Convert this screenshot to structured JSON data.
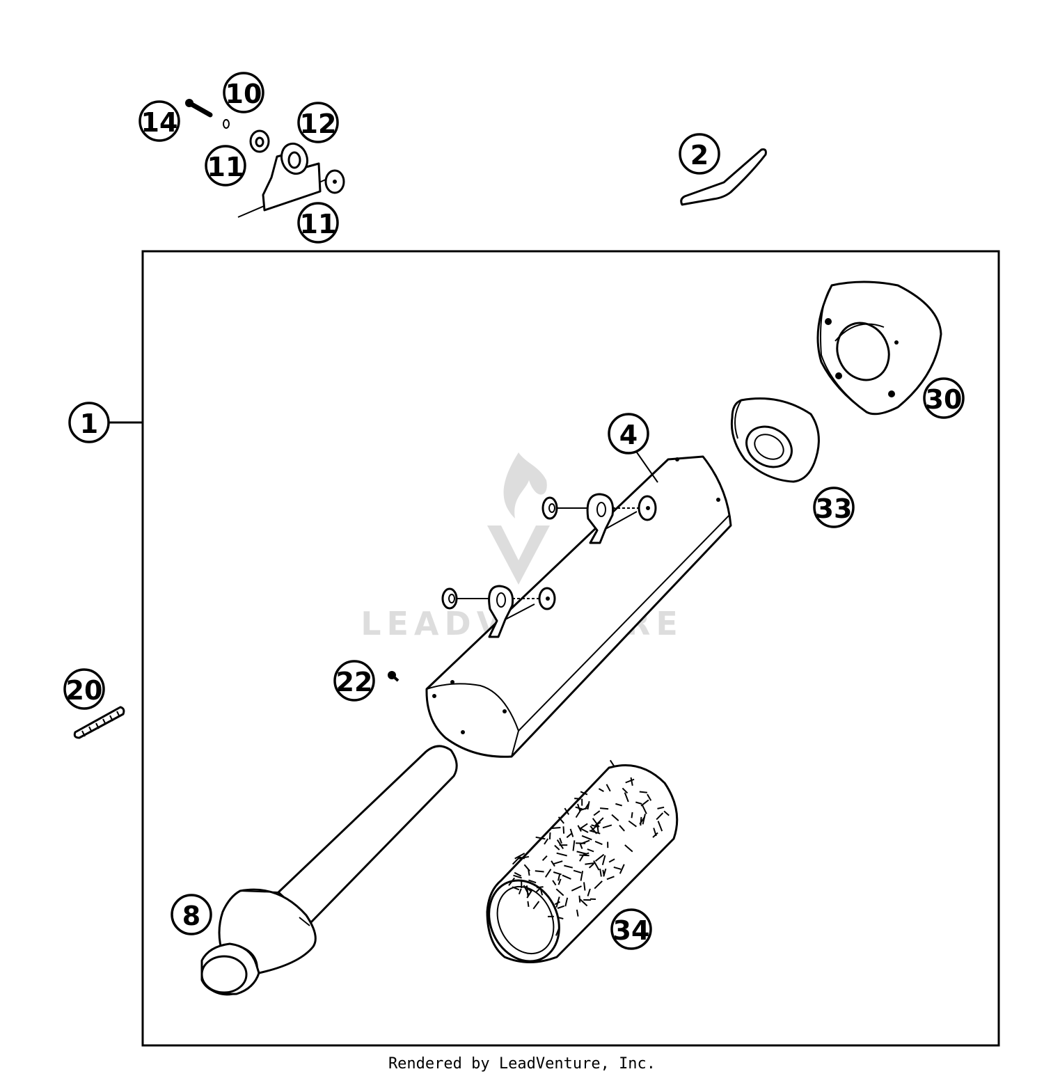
{
  "watermark": "LEADVENTURE",
  "footer": "Rendered by LeadVenture, Inc.",
  "callouts": [
    {
      "id": "c1",
      "label": "1"
    },
    {
      "id": "c2",
      "label": "2"
    },
    {
      "id": "c4",
      "label": "4"
    },
    {
      "id": "c8",
      "label": "8"
    },
    {
      "id": "c10",
      "label": "10"
    },
    {
      "id": "c11a",
      "label": "11"
    },
    {
      "id": "c11b",
      "label": "11"
    },
    {
      "id": "c12",
      "label": "12"
    },
    {
      "id": "c14",
      "label": "14"
    },
    {
      "id": "c20",
      "label": "20"
    },
    {
      "id": "c22",
      "label": "22"
    },
    {
      "id": "c30",
      "label": "30"
    },
    {
      "id": "c33",
      "label": "33"
    },
    {
      "id": "c34",
      "label": "34"
    }
  ]
}
